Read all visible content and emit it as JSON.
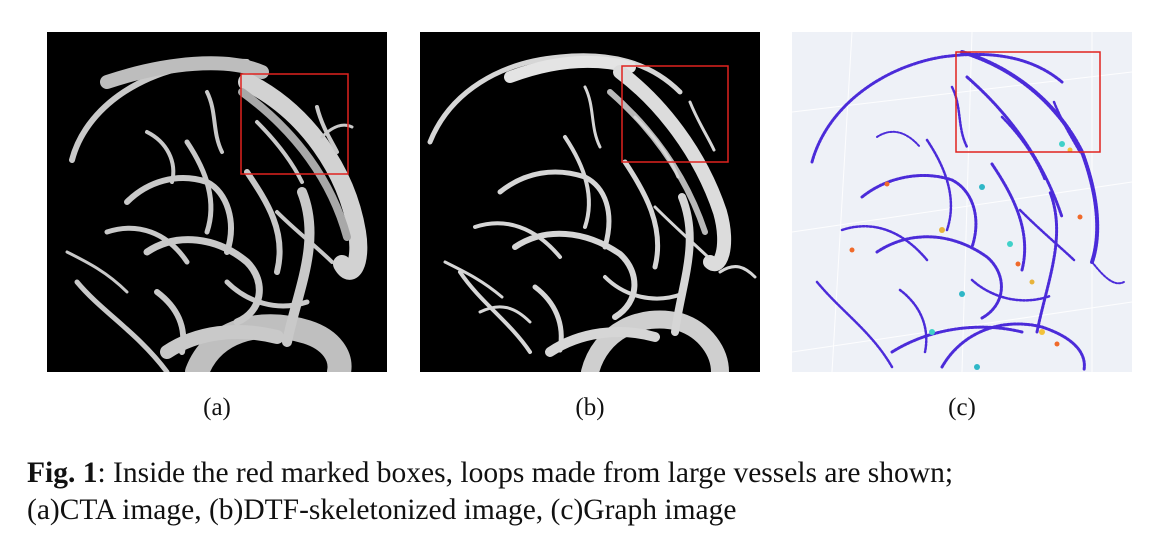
{
  "figure": {
    "panels": [
      {
        "label": "(a)",
        "image": "CTA volume rendering of cerebral vessels with red box"
      },
      {
        "label": "(b)",
        "image": "DTF-skeletonized vessel rendering with red box"
      },
      {
        "label": "(c)",
        "image": "Graph rendering of vessel nodes and edges with red box"
      }
    ],
    "box_color": "#e0231f",
    "caption": {
      "fig_label": "Fig. 1",
      "line1": ": Inside the red marked boxes, loops made from large vessels are shown;",
      "line2": "(a)CTA image, (b)DTF-skeletonized image, (c)Graph image"
    }
  }
}
